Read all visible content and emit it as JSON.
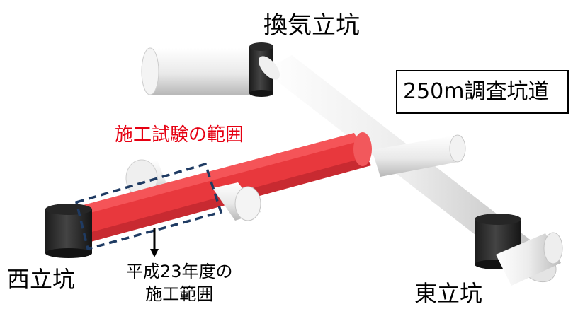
{
  "labels": {
    "ventilation_shaft": "換気立坑",
    "west_shaft": "西立坑",
    "east_shaft": "東立坑",
    "gallery_250m": "250m調査坑道",
    "construction_test_scope": "施工試験の範囲",
    "fy23_scope_line1": "平成23年度の",
    "fy23_scope_line2": "施工範囲"
  },
  "colors": {
    "construction_test": "#e8383d",
    "gallery": "#e6e6e6",
    "shaft": "#333333",
    "fy23_box": "#1f3b63",
    "label_red": "#e60012"
  }
}
